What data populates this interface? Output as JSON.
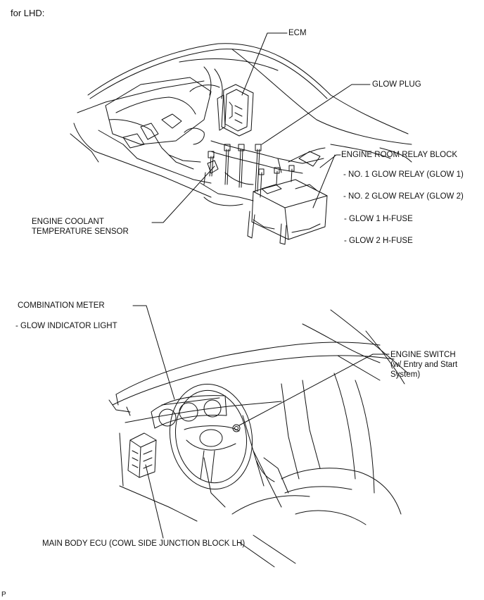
{
  "header": {
    "title": "for LHD:"
  },
  "engine_bay": {
    "ecm": "ECM",
    "glow_plug": "GLOW PLUG",
    "relay_block": "ENGINE ROOM RELAY BLOCK",
    "relay_items": [
      "- NO. 1 GLOW RELAY (GLOW 1)",
      "- NO. 2 GLOW RELAY (GLOW 2)",
      "- GLOW 1 H-FUSE",
      "- GLOW 2 H-FUSE"
    ],
    "coolant_sensor_line1": "ENGINE COOLANT",
    "coolant_sensor_line2": "TEMPERATURE SENSOR"
  },
  "cabin": {
    "combination_meter": "COMBINATION METER",
    "glow_indicator": "- GLOW INDICATOR LIGHT",
    "engine_switch_line1": "ENGINE SWITCH",
    "engine_switch_line2": "(w/ Entry and Start",
    "engine_switch_line3": "System)",
    "main_body_ecu": "MAIN BODY ECU (COWL SIDE JUNCTION BLOCK LH)"
  },
  "footer": {
    "figure_code": "P"
  }
}
